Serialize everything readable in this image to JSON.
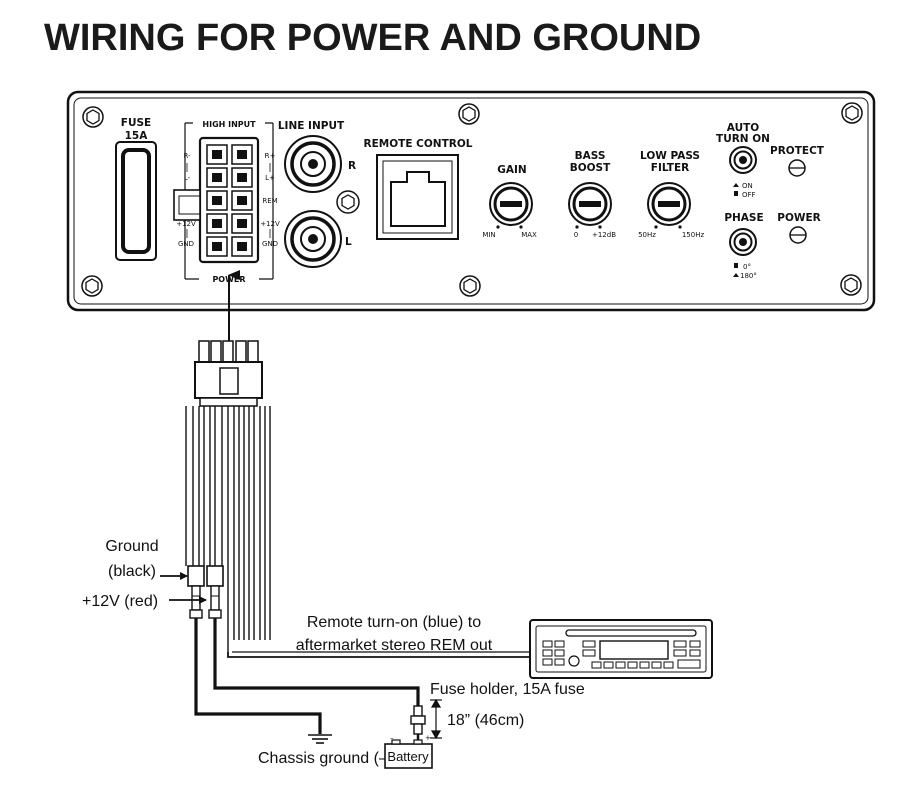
{
  "title": "WIRING FOR POWER AND GROUND",
  "panel": {
    "fuse_label": "FUSE",
    "fuse_rating": "15A",
    "high_input_label": "HIGH INPUT",
    "power_label": "POWER",
    "pins_left": [
      "R-",
      "L-",
      "+12V",
      "GND"
    ],
    "pins_right": [
      "R+",
      "L+",
      "REM",
      "+12V",
      "GND"
    ],
    "line_input_label": "LINE INPUT",
    "line_input_r": "R",
    "line_input_l": "L",
    "remote_control_label": "REMOTE CONTROL",
    "gain_label": "GAIN",
    "gain_min": "MIN",
    "gain_max": "MAX",
    "bass_boost_line1": "BASS",
    "bass_boost_line2": "BOOST",
    "bass_min": "0",
    "bass_max": "+12dB",
    "lpf_line1": "LOW PASS",
    "lpf_line2": "FILTER",
    "lpf_min": "50Hz",
    "lpf_max": "150Hz",
    "auto_turn_on_line1": "AUTO",
    "auto_turn_on_line2": "TURN ON",
    "auto_on": "ON",
    "auto_off": "OFF",
    "protect_label": "PROTECT",
    "phase_label": "PHASE",
    "phase_0": "0°",
    "phase_180": "180°",
    "power_led_label": "POWER"
  },
  "wiring": {
    "ground_line1": "Ground",
    "ground_line2": "(black)",
    "plus12v": "+12V (red)",
    "remote_line1": "Remote turn-on (blue) to",
    "remote_line2": "aftermarket stereo REM out",
    "fuse_holder": "Fuse holder, 15A fuse",
    "distance": "18” (46cm)",
    "chassis_ground": "Chassis ground (–)",
    "battery": "Battery",
    "battery_minus": "–",
    "battery_plus": "+"
  }
}
